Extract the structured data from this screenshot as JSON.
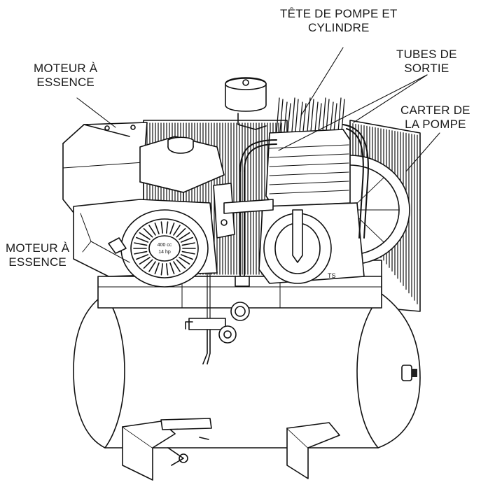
{
  "labels": {
    "gas_engine_top": {
      "line1": "MOTEUR À",
      "line2": "ESSENCE"
    },
    "pump_head": {
      "line1": "TÊTE DE POMPE ET",
      "line2": "CYLINDRE"
    },
    "outlet_tubes": {
      "line1": "TUBES DE",
      "line2": "SORTIE"
    },
    "pump_crankcase": {
      "line1": "CARTER DE",
      "line2": "LA POMPE"
    },
    "gas_engine_side": {
      "line1": "MOTEUR À",
      "line2": "ESSENCE"
    }
  },
  "marks": {
    "engine_decal_line1": "400 cc",
    "engine_decal_line2": "14 hp",
    "pump_mark": "TS"
  }
}
